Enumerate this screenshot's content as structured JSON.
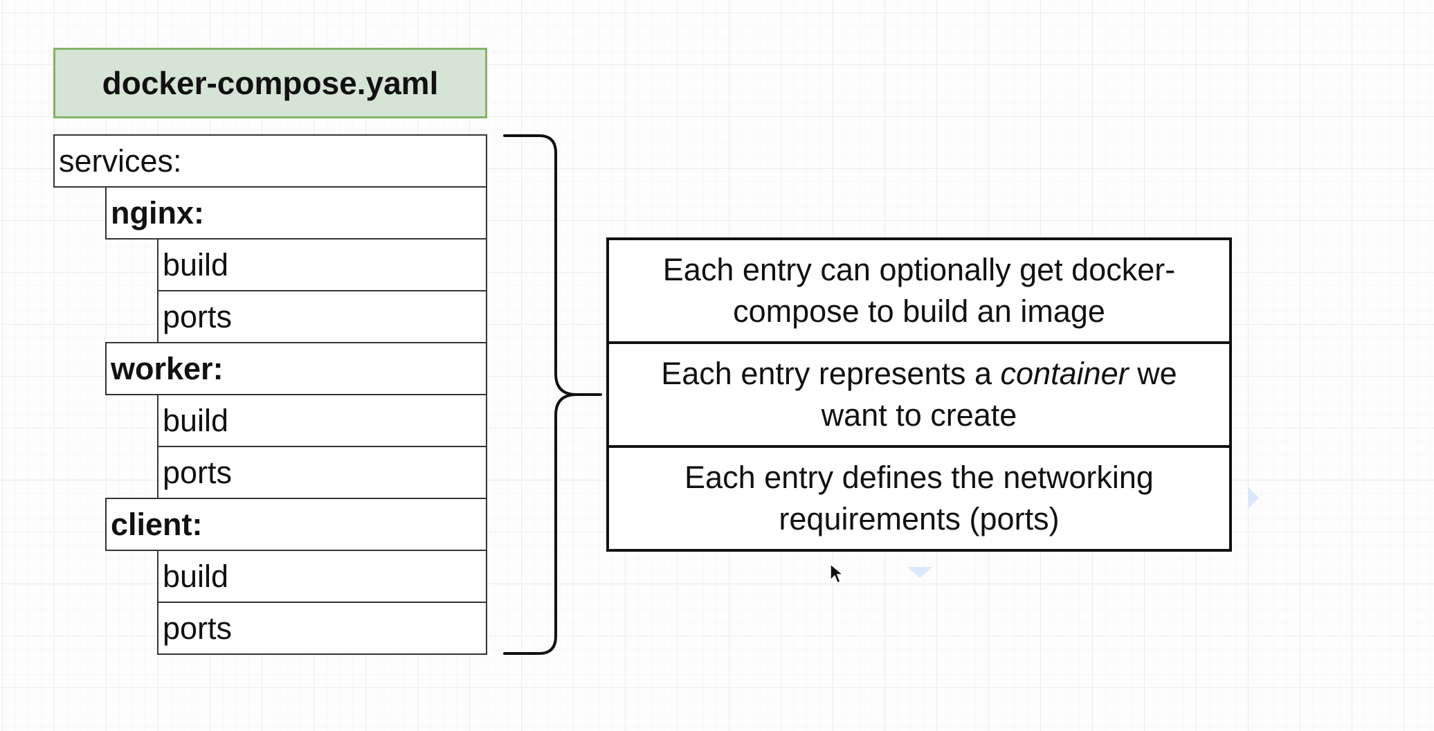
{
  "title": "docker-compose.yaml",
  "yaml_rows": [
    {
      "text": "services:",
      "level": 0
    },
    {
      "text": "nginx:",
      "level": 1
    },
    {
      "text": "build",
      "level": 2
    },
    {
      "text": "ports",
      "level": 2
    },
    {
      "text": "worker:",
      "level": 1
    },
    {
      "text": "build",
      "level": 2
    },
    {
      "text": "ports",
      "level": 2
    },
    {
      "text": "client:",
      "level": 1
    },
    {
      "text": "build",
      "level": 2
    },
    {
      "text": "ports",
      "level": 2
    }
  ],
  "info": {
    "build_note": "Each entry can optionally get docker-compose to build an image",
    "container_note_before": "Each entry represents a",
    "container_note_em": "container",
    "container_note_after": "we want to create",
    "ports_note": "Each entry defines the networking requirements (ports)"
  },
  "colors": {
    "title_fill": "#d6e4d6",
    "title_border": "#82b366",
    "selection_handle": "#dbe8fb"
  },
  "icons": [
    "brace-connector",
    "mouse-cursor-icon"
  ]
}
